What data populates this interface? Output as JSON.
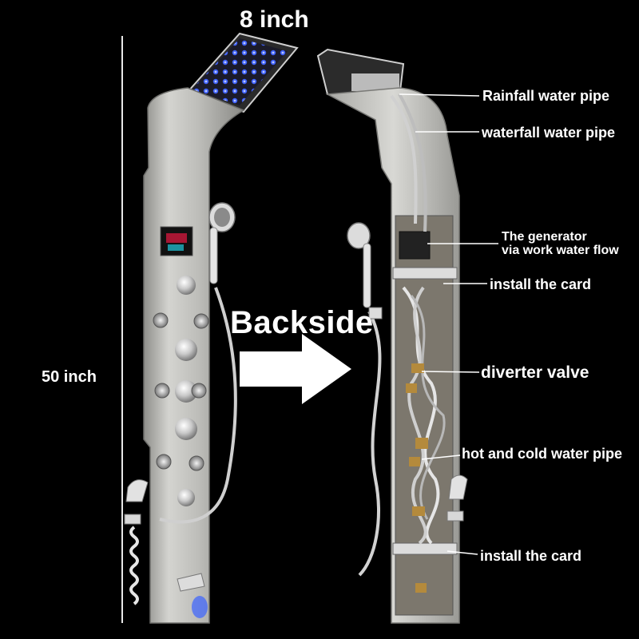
{
  "dimensions": {
    "width_label": "8 inch",
    "height_label": "50 inch"
  },
  "arrow_label": "Backside",
  "callouts": [
    {
      "text": "Rainfall water pipe"
    },
    {
      "text": "waterfall water pipe"
    },
    {
      "text": "The generator"
    },
    {
      "text": "via work water flow"
    },
    {
      "text": "install the card"
    },
    {
      "text": "diverter valve"
    },
    {
      "text": "hot and cold water pipe"
    },
    {
      "text": "install the card"
    }
  ],
  "colors": {
    "background": "#000000",
    "steel": "#b9b9b6",
    "led": "#3a5cff",
    "text": "#ffffff"
  }
}
